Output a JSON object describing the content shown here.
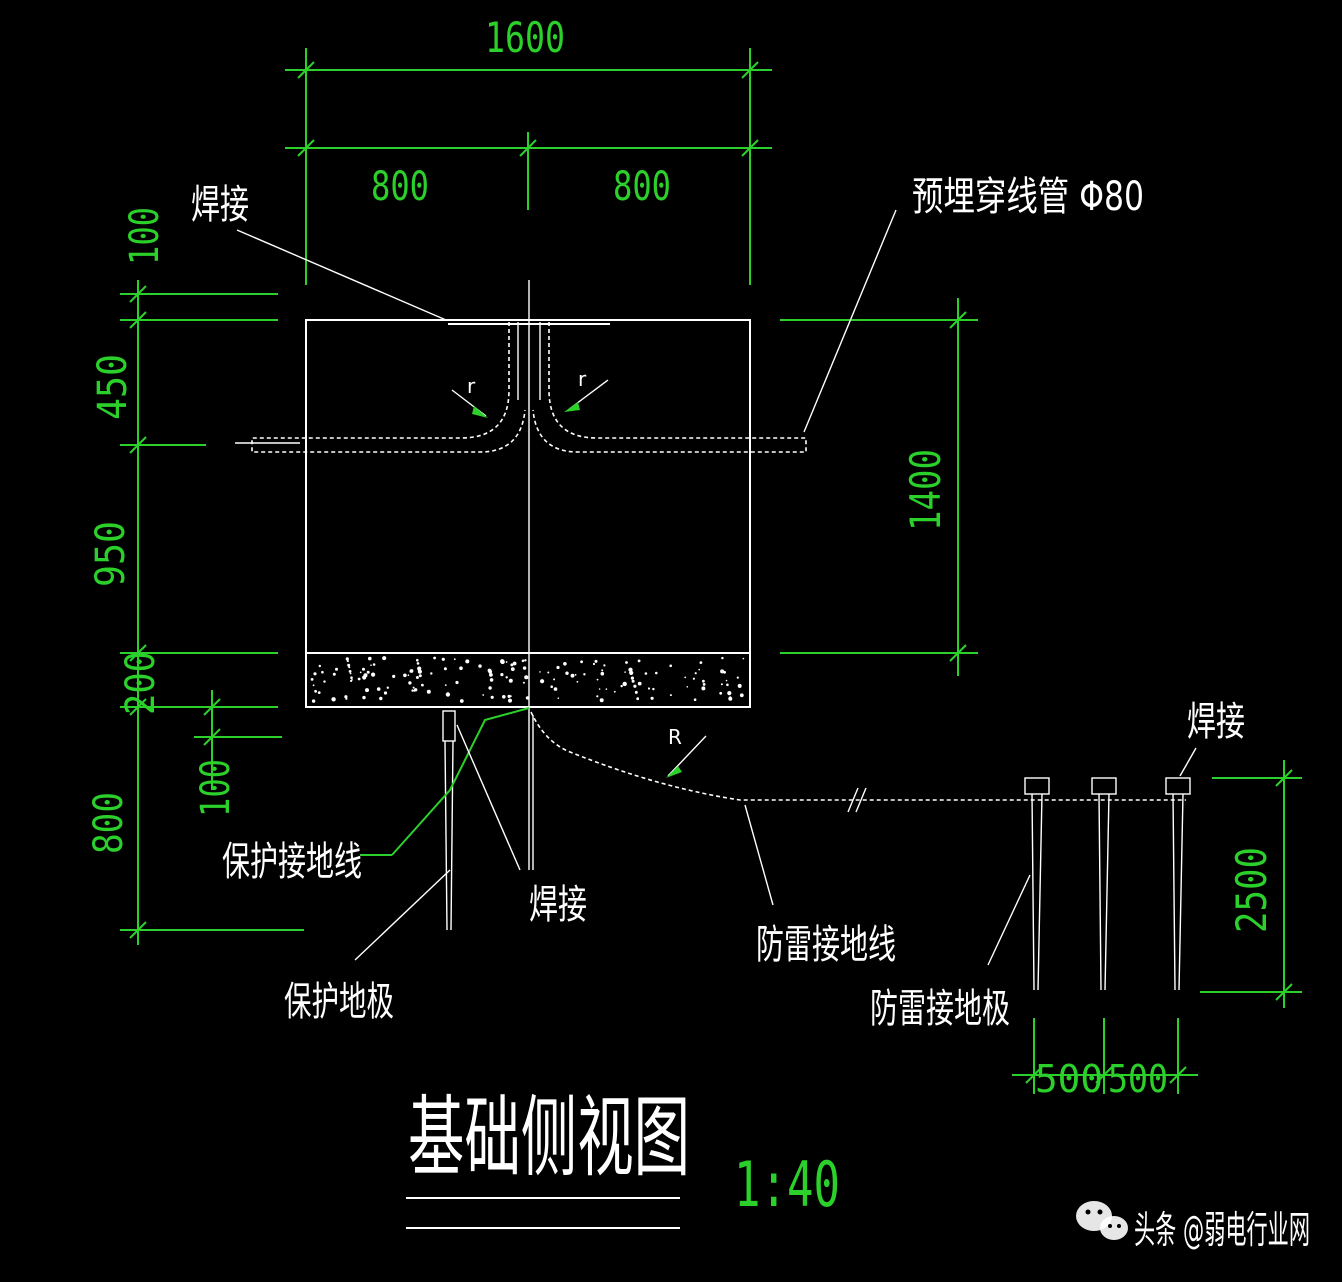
{
  "drawing": {
    "title": "基础侧视图",
    "scale": "1:40",
    "colors": {
      "background": "#000000",
      "dimension": "#2bd02b",
      "linework": "#ffffff"
    },
    "dimensions": {
      "overall_width": "1600",
      "left_half": "800",
      "right_half": "800",
      "top_offset": "100",
      "upper_depth": "450",
      "lower_depth": "950",
      "cushion": "200",
      "small_step": "100",
      "rod_length": "800",
      "block_height": "1400",
      "electrode_length": "2500",
      "electrode_spacing_1": "500",
      "electrode_spacing_2": "500"
    },
    "labels": {
      "weld_top": "焊接",
      "conduit": "预埋穿线管 Φ80",
      "bend_r_left": "r",
      "bend_r_right": "r",
      "bend_R": "R",
      "protective_ground_wire": "保护接地线",
      "weld_bottom": "焊接",
      "lightning_ground_wire": "防雷接地线",
      "weld_right": "焊接",
      "protective_electrode": "保护地极",
      "lightning_electrode": "防雷接地极"
    },
    "watermark": "头条 @弱电行业网",
    "watermark_icon": "wechat-icon"
  }
}
